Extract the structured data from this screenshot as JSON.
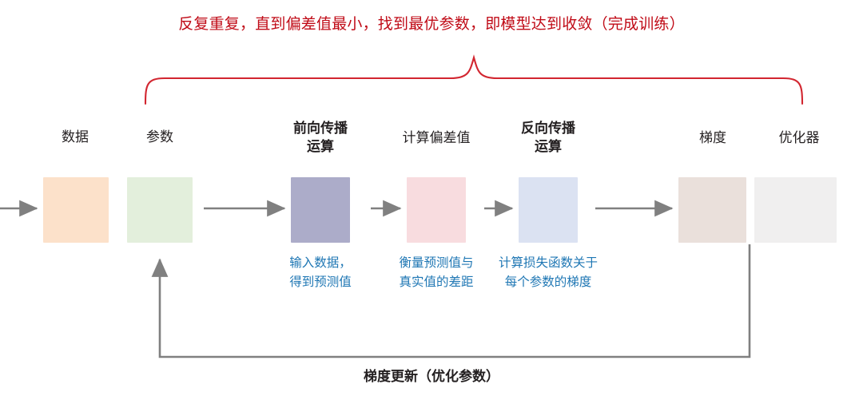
{
  "diagram": {
    "title": "反复重复，直到偏差值最小，找到最优参数，即模型达到收敛（完成训练）",
    "bottom_caption": "梯度更新（优化参数）",
    "colors": {
      "title_red": "#c00b17",
      "note_blue": "#1f77b4",
      "arrow_gray": "#808080",
      "label_black": "#231f20"
    },
    "nodes": [
      {
        "id": "data",
        "label": "数据",
        "label_lines": [
          "数据"
        ],
        "bold": false,
        "note_lines": [],
        "color": "#fce1ca"
      },
      {
        "id": "parameters",
        "label": "参数",
        "label_lines": [
          "参数"
        ],
        "bold": false,
        "note_lines": [],
        "color": "#e3efdc"
      },
      {
        "id": "forward-propagation",
        "label": "前向传播运算",
        "label_lines": [
          "前向传播",
          "运算"
        ],
        "bold": true,
        "note_lines": [
          "输入数据，",
          "得到预测值"
        ],
        "color": "#acacc9"
      },
      {
        "id": "compute-loss",
        "label": "计算偏差值",
        "label_lines": [
          "计算偏差值"
        ],
        "bold": false,
        "note_lines": [
          "衡量预测值与",
          "真实值的差距"
        ],
        "color": "#f8dcdf"
      },
      {
        "id": "back-propagation",
        "label": "反向传播运算",
        "label_lines": [
          "反向传播",
          "运算"
        ],
        "bold": true,
        "note_lines": [
          "计算损失函数关于",
          "每个参数的梯度"
        ],
        "color": "#dbe2f2"
      },
      {
        "id": "gradient",
        "label": "梯度",
        "label_lines": [
          "梯度"
        ],
        "bold": false,
        "note_lines": [],
        "color": "#eae0db"
      },
      {
        "id": "optimizer",
        "label": "优化器",
        "label_lines": [
          "优化器"
        ],
        "bold": false,
        "note_lines": [],
        "color": "#f0efef"
      }
    ]
  }
}
